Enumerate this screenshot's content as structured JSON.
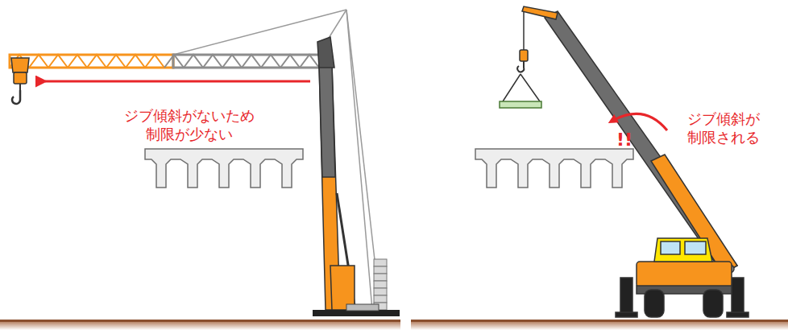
{
  "diagram": {
    "labels": [
      "ジブ傾斜がないため 制限が少ない",
      "!!",
      "ジブ傾斜が 制限される"
    ]
  }
}
